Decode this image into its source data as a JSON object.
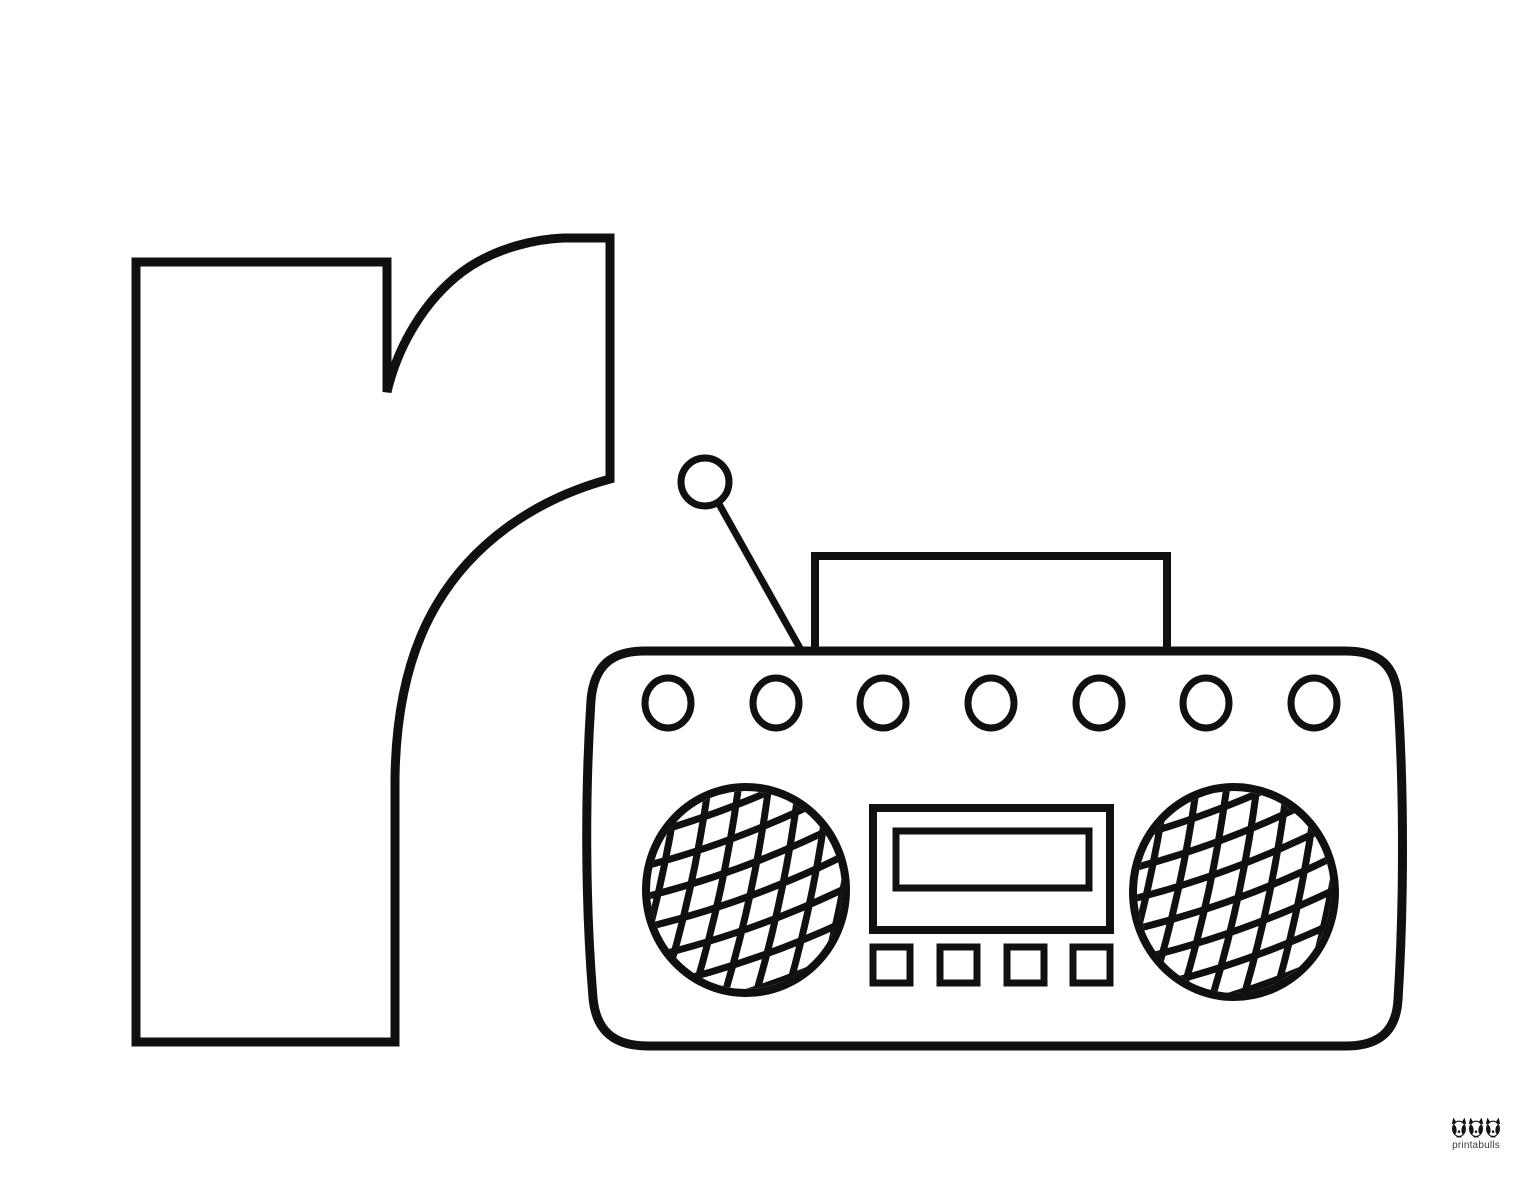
{
  "page": {
    "kind": "printable coloring page",
    "background_color": "#ffffff",
    "line_color": "#101010"
  },
  "letter": {
    "character": "r",
    "case": "lowercase",
    "style": "outline"
  },
  "illustration": {
    "name": "radio-boombox",
    "parts": [
      "antenna",
      "handle",
      "knob-row",
      "left-speaker",
      "cassette-deck",
      "button-row",
      "right-speaker"
    ],
    "knob_count": 7,
    "button_count": 4,
    "speaker_count": 2
  },
  "logo": {
    "text": "printabulls",
    "icon": "three-bulldogs",
    "text_color": "#3c3c3c"
  }
}
